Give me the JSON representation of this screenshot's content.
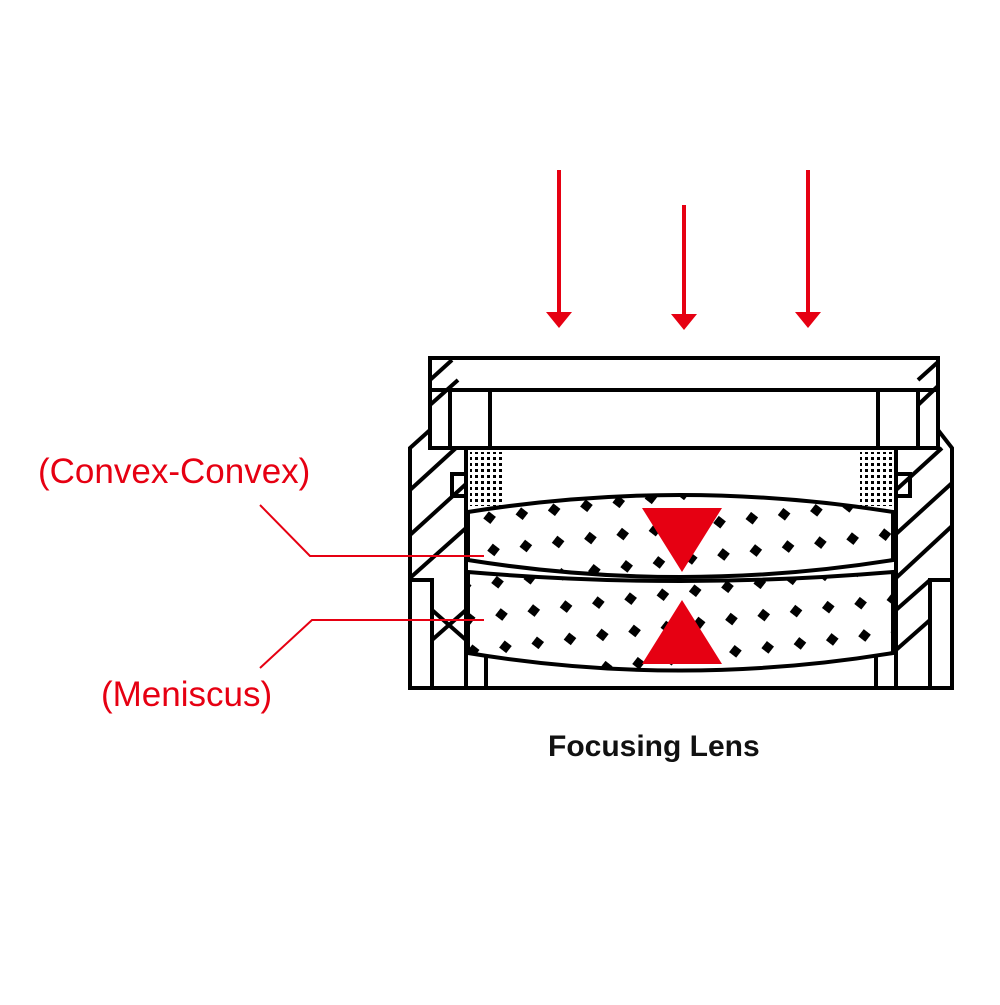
{
  "diagram": {
    "caption": "Focusing Lens",
    "labels": {
      "convex": "(Convex-Convex)",
      "meniscus": "(Meniscus)"
    },
    "colors": {
      "accent": "#e60012",
      "line": "#000000",
      "background": "#ffffff"
    },
    "icons": {
      "beam": "down-arrow-icon",
      "focus": "triangle-icon"
    }
  }
}
